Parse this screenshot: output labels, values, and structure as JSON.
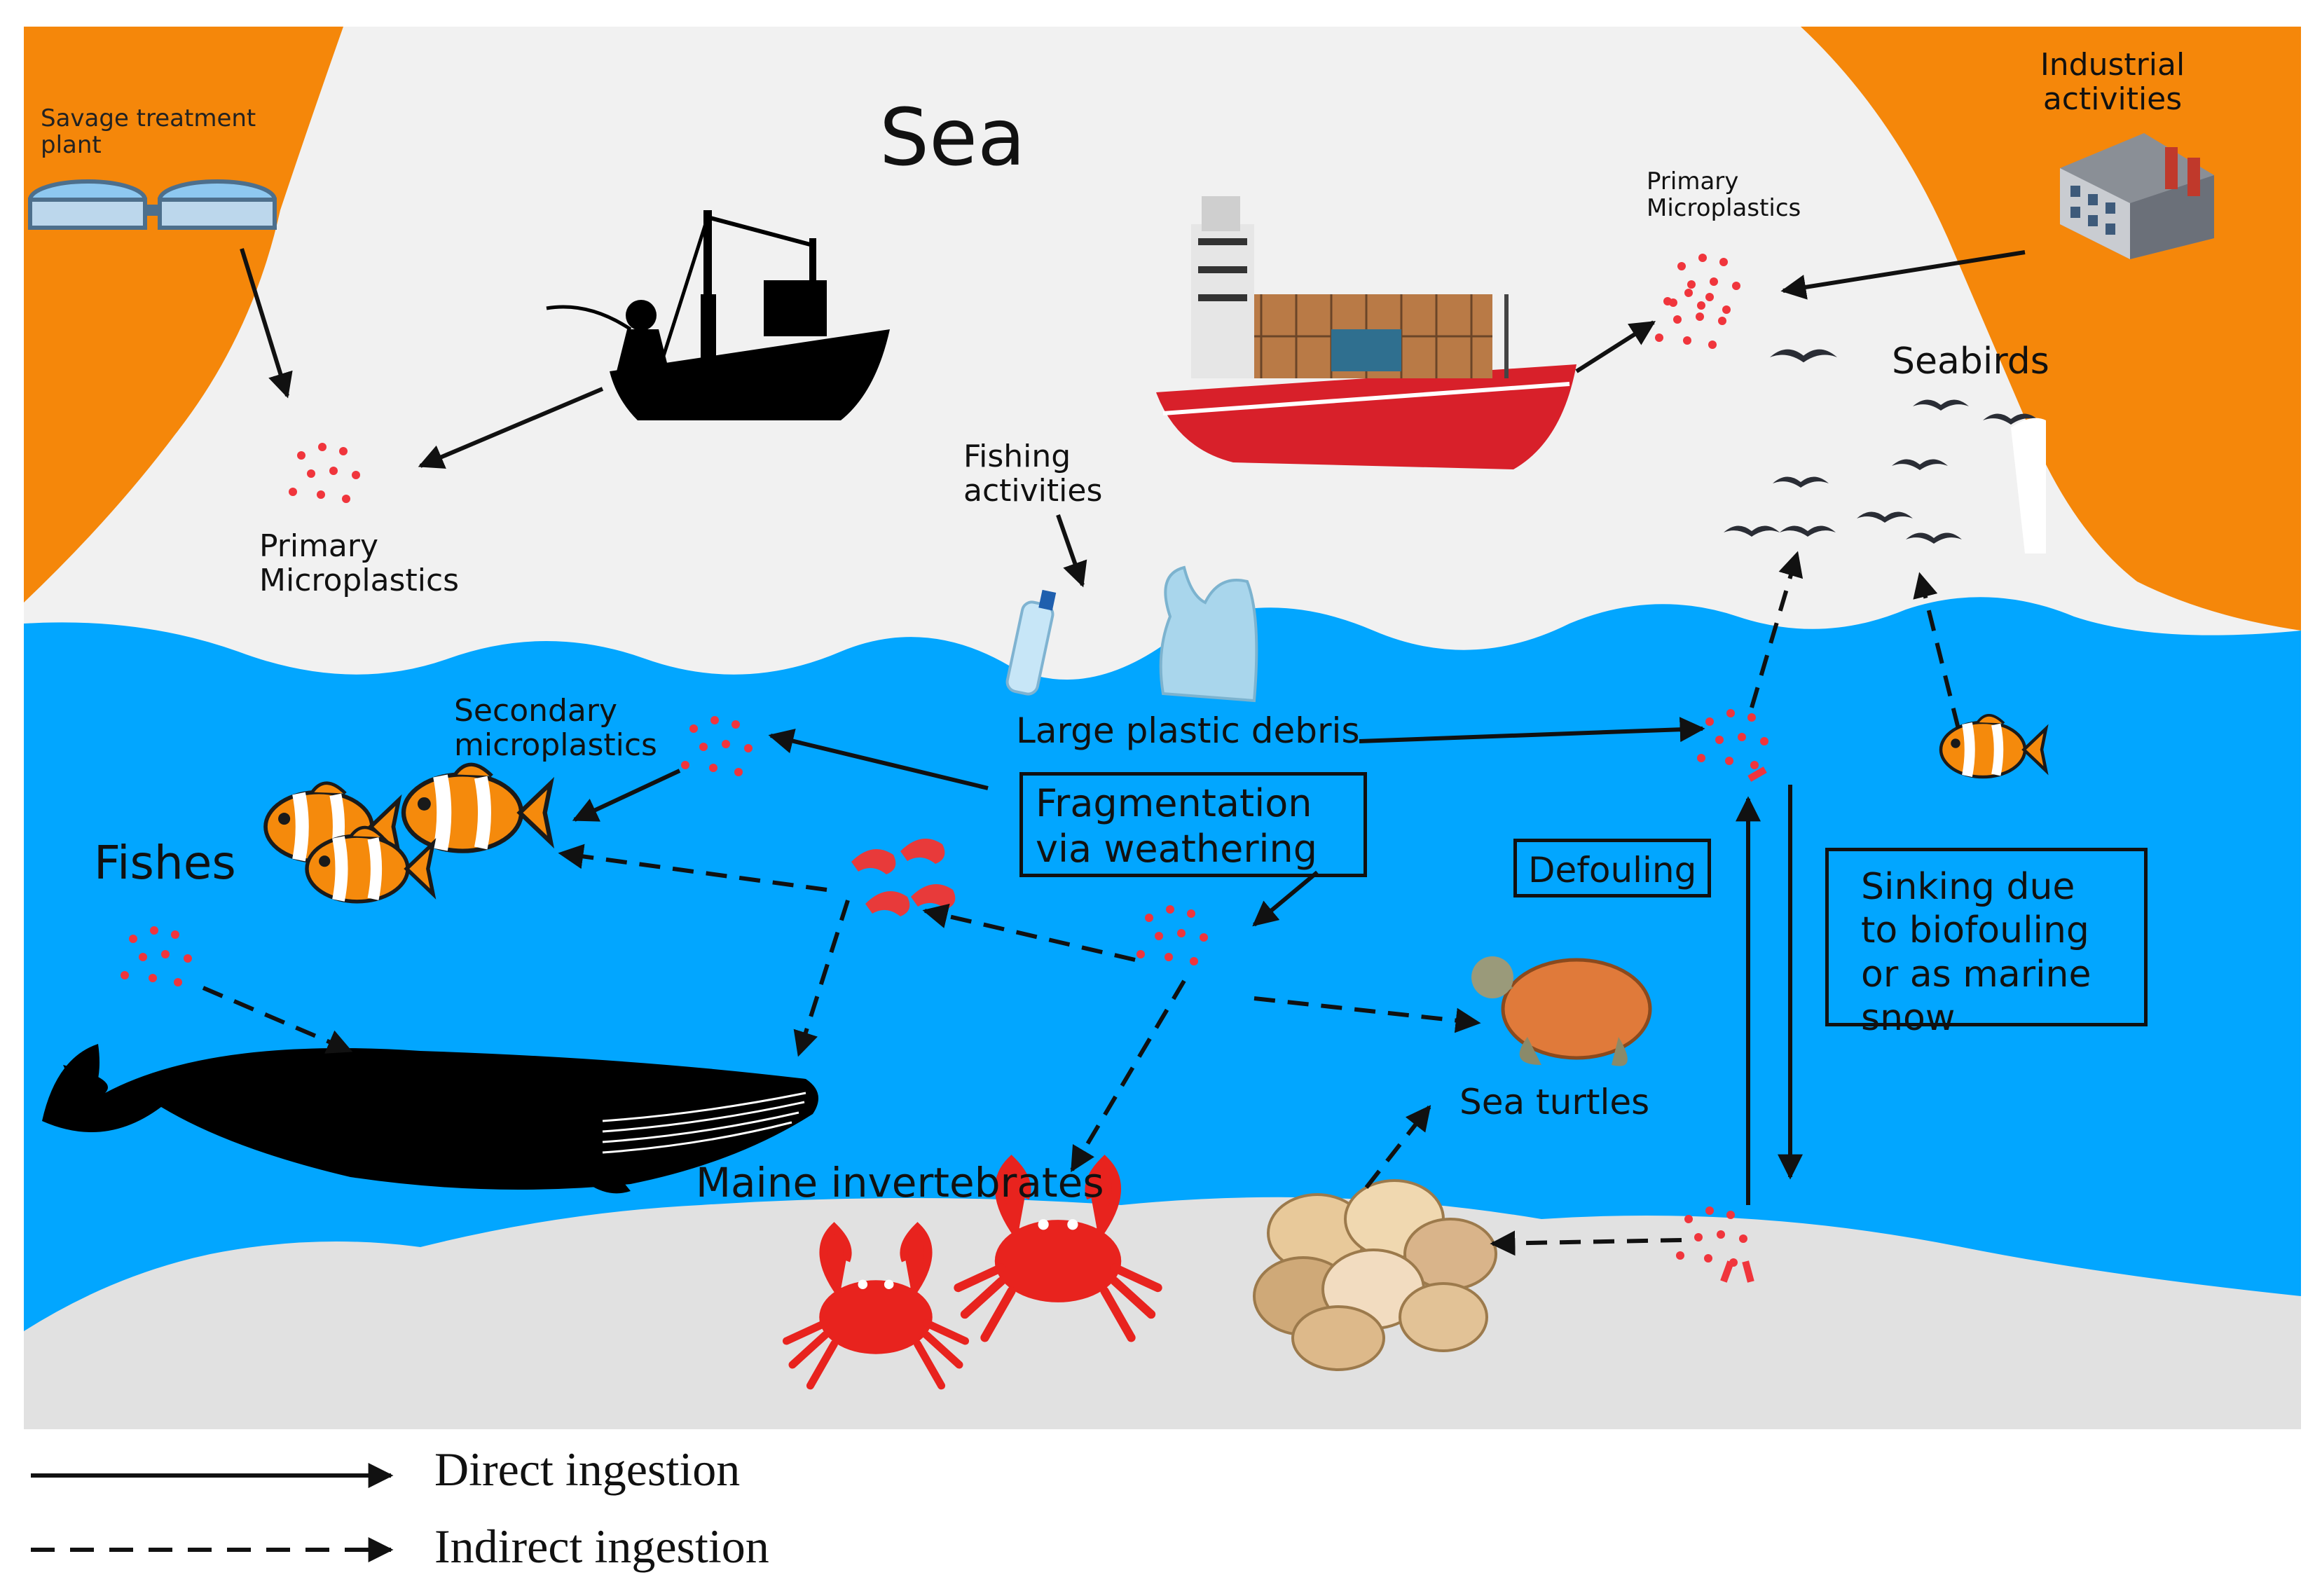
{
  "title": "Sea",
  "labels": {
    "sewage_plant": "Savage treatment plant",
    "industrial": "Industrial activities",
    "primary_left": "Primary Microplastics",
    "primary_right": "Primary Microplastics",
    "fishing": "Fishing activities",
    "seabirds": "Seabirds",
    "large_debris": "Large plastic debris",
    "secondary": "Secondary microplastics",
    "fishes": "Fishes",
    "sea_turtles": "Sea turtles",
    "invertebrates": "Maine invertebrates"
  },
  "boxes": {
    "fragmentation": "Fragmentation via weathering",
    "defouling": "Defouling",
    "sinking": "Sinking due to biofouling or as marine snow"
  },
  "legend": {
    "direct": "Direct ingestion",
    "indirect": "Indirect ingestion"
  },
  "colors": {
    "land": "#f5870a",
    "sky": "#f1f1f1",
    "water": "#02a6ff",
    "seabed": "#e1e1e1",
    "microplastic": "#f0353c",
    "crab": "#e8231e"
  }
}
